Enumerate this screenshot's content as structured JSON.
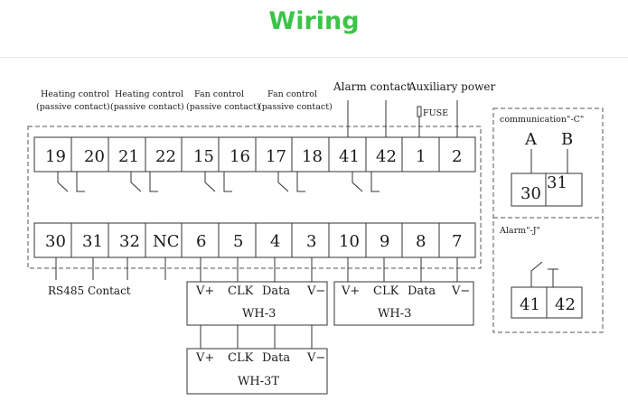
{
  "title": "Wiring",
  "accent": "#3cc447",
  "top_labels": {
    "heating1": [
      "Heating control",
      "(passive contact)"
    ],
    "heating2": [
      "Heating control",
      "(passive contact)"
    ],
    "fan1": [
      "Fan control",
      "(passive contact)"
    ],
    "fan2": [
      "Fan control",
      "(passive contact)"
    ],
    "alarm": "Alarm contact",
    "aux": "Auxiliary power",
    "fuse": "FUSE"
  },
  "top_terminals": [
    "19",
    "20",
    "21",
    "22",
    "15",
    "16",
    "17",
    "18",
    "41",
    "42",
    "1",
    "2"
  ],
  "bottom_terminals": [
    "30",
    "31",
    "32",
    "NC",
    "6",
    "5",
    "4",
    "3",
    "10",
    "9",
    "8",
    "7"
  ],
  "bottom_labels": {
    "rs485": "RS485 Contact"
  },
  "wh3_left": {
    "signals": [
      "V+",
      "CLK",
      "Data",
      "V−"
    ],
    "name": "WH-3"
  },
  "wh3_right": {
    "signals": [
      "V+",
      "CLK",
      "Data",
      "V−"
    ],
    "name": "WH-3"
  },
  "wh3t": {
    "signals": [
      "V+",
      "CLK",
      "Data",
      "V−"
    ],
    "name": "WH-3T"
  },
  "comm": {
    "title": "communication\"-C\"",
    "a": "A",
    "b": "B",
    "t1": "30",
    "t2": "31"
  },
  "alarm_opt": {
    "title": "Alarm\"-J\"",
    "t1": "41",
    "t2": "42"
  }
}
